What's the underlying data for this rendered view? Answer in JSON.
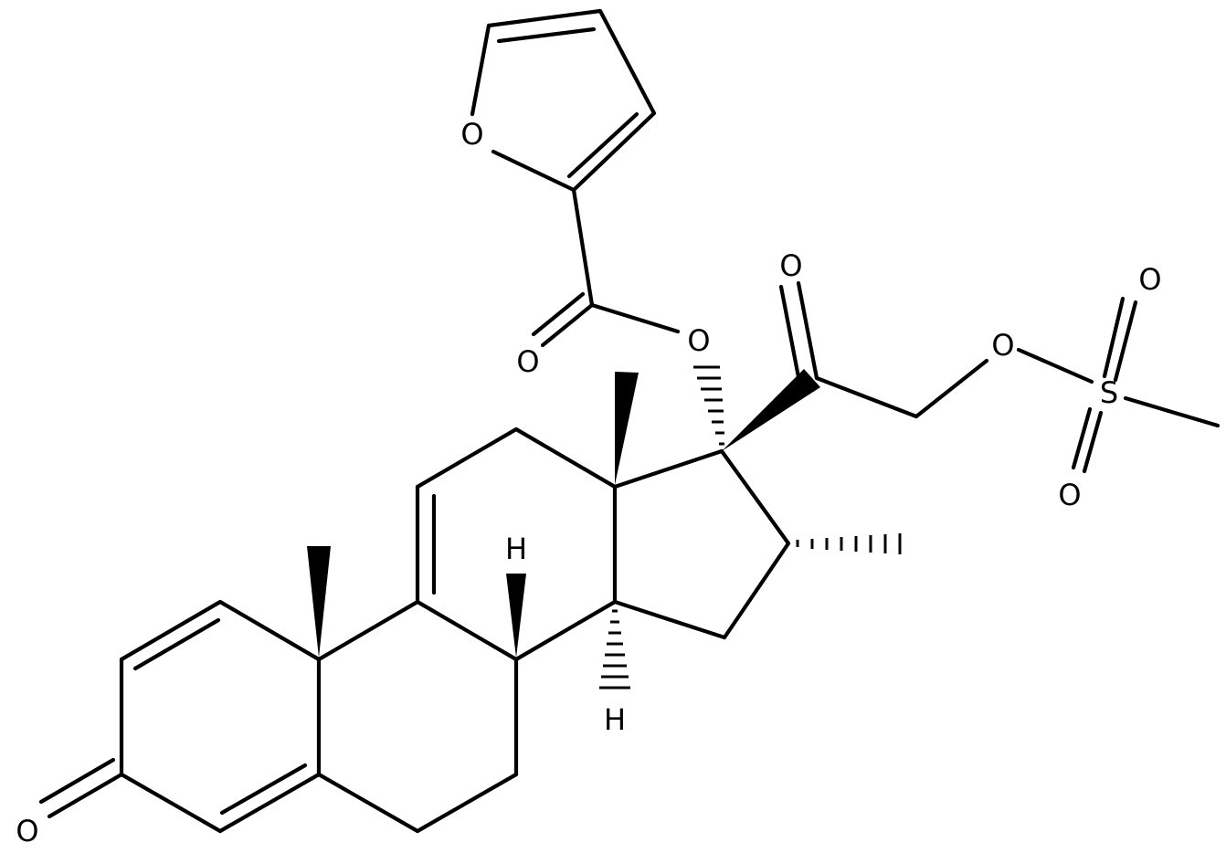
{
  "diagram": {
    "bond_color": "#000000",
    "background": "#ffffff",
    "atom_labels": [
      {
        "id": "furan-o",
        "text": "O"
      },
      {
        "id": "ester-carbonyl-o",
        "text": "O"
      },
      {
        "id": "ester-o",
        "text": "O"
      },
      {
        "id": "ketone-o",
        "text": "O"
      },
      {
        "id": "mesyl-o",
        "text": "O"
      },
      {
        "id": "sulfonyl-o-top",
        "text": "O"
      },
      {
        "id": "sulfur",
        "text": "S"
      },
      {
        "id": "sulfonyl-o-bottom",
        "text": "O"
      },
      {
        "id": "h-c8",
        "text": "H"
      },
      {
        "id": "h-c14",
        "text": "H"
      },
      {
        "id": "enone-o",
        "text": "O"
      }
    ]
  }
}
